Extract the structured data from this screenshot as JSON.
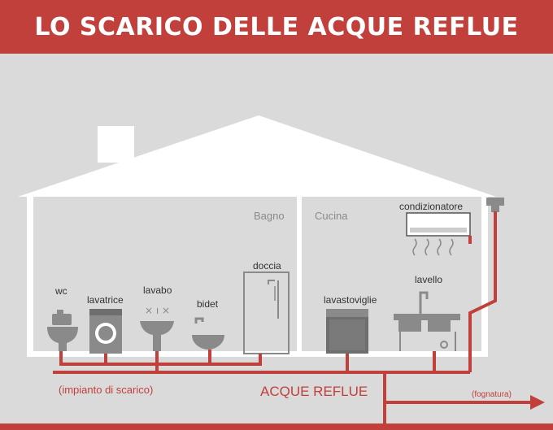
{
  "title": "LO SCARICO DELLE ACQUE REFLUE",
  "rooms": {
    "bagno": "Bagno",
    "cucina": "Cucina"
  },
  "fixtures": {
    "wc": "wc",
    "lavatrice": "lavatrice",
    "lavabo": "lavabo",
    "bidet": "bidet",
    "doccia": "doccia",
    "lavastoviglie": "lavastoviglie",
    "lavello": "lavello",
    "condizionatore": "condizionatore"
  },
  "labels": {
    "impianto": "(impianto di scarico)",
    "acque_reflue": "ACQUE REFLUE",
    "fognatura": "(fognatura)"
  },
  "colors": {
    "accent": "#c1403c",
    "fixture": "#8a8a8a",
    "house": "#ffffff",
    "background": "#dadada"
  }
}
